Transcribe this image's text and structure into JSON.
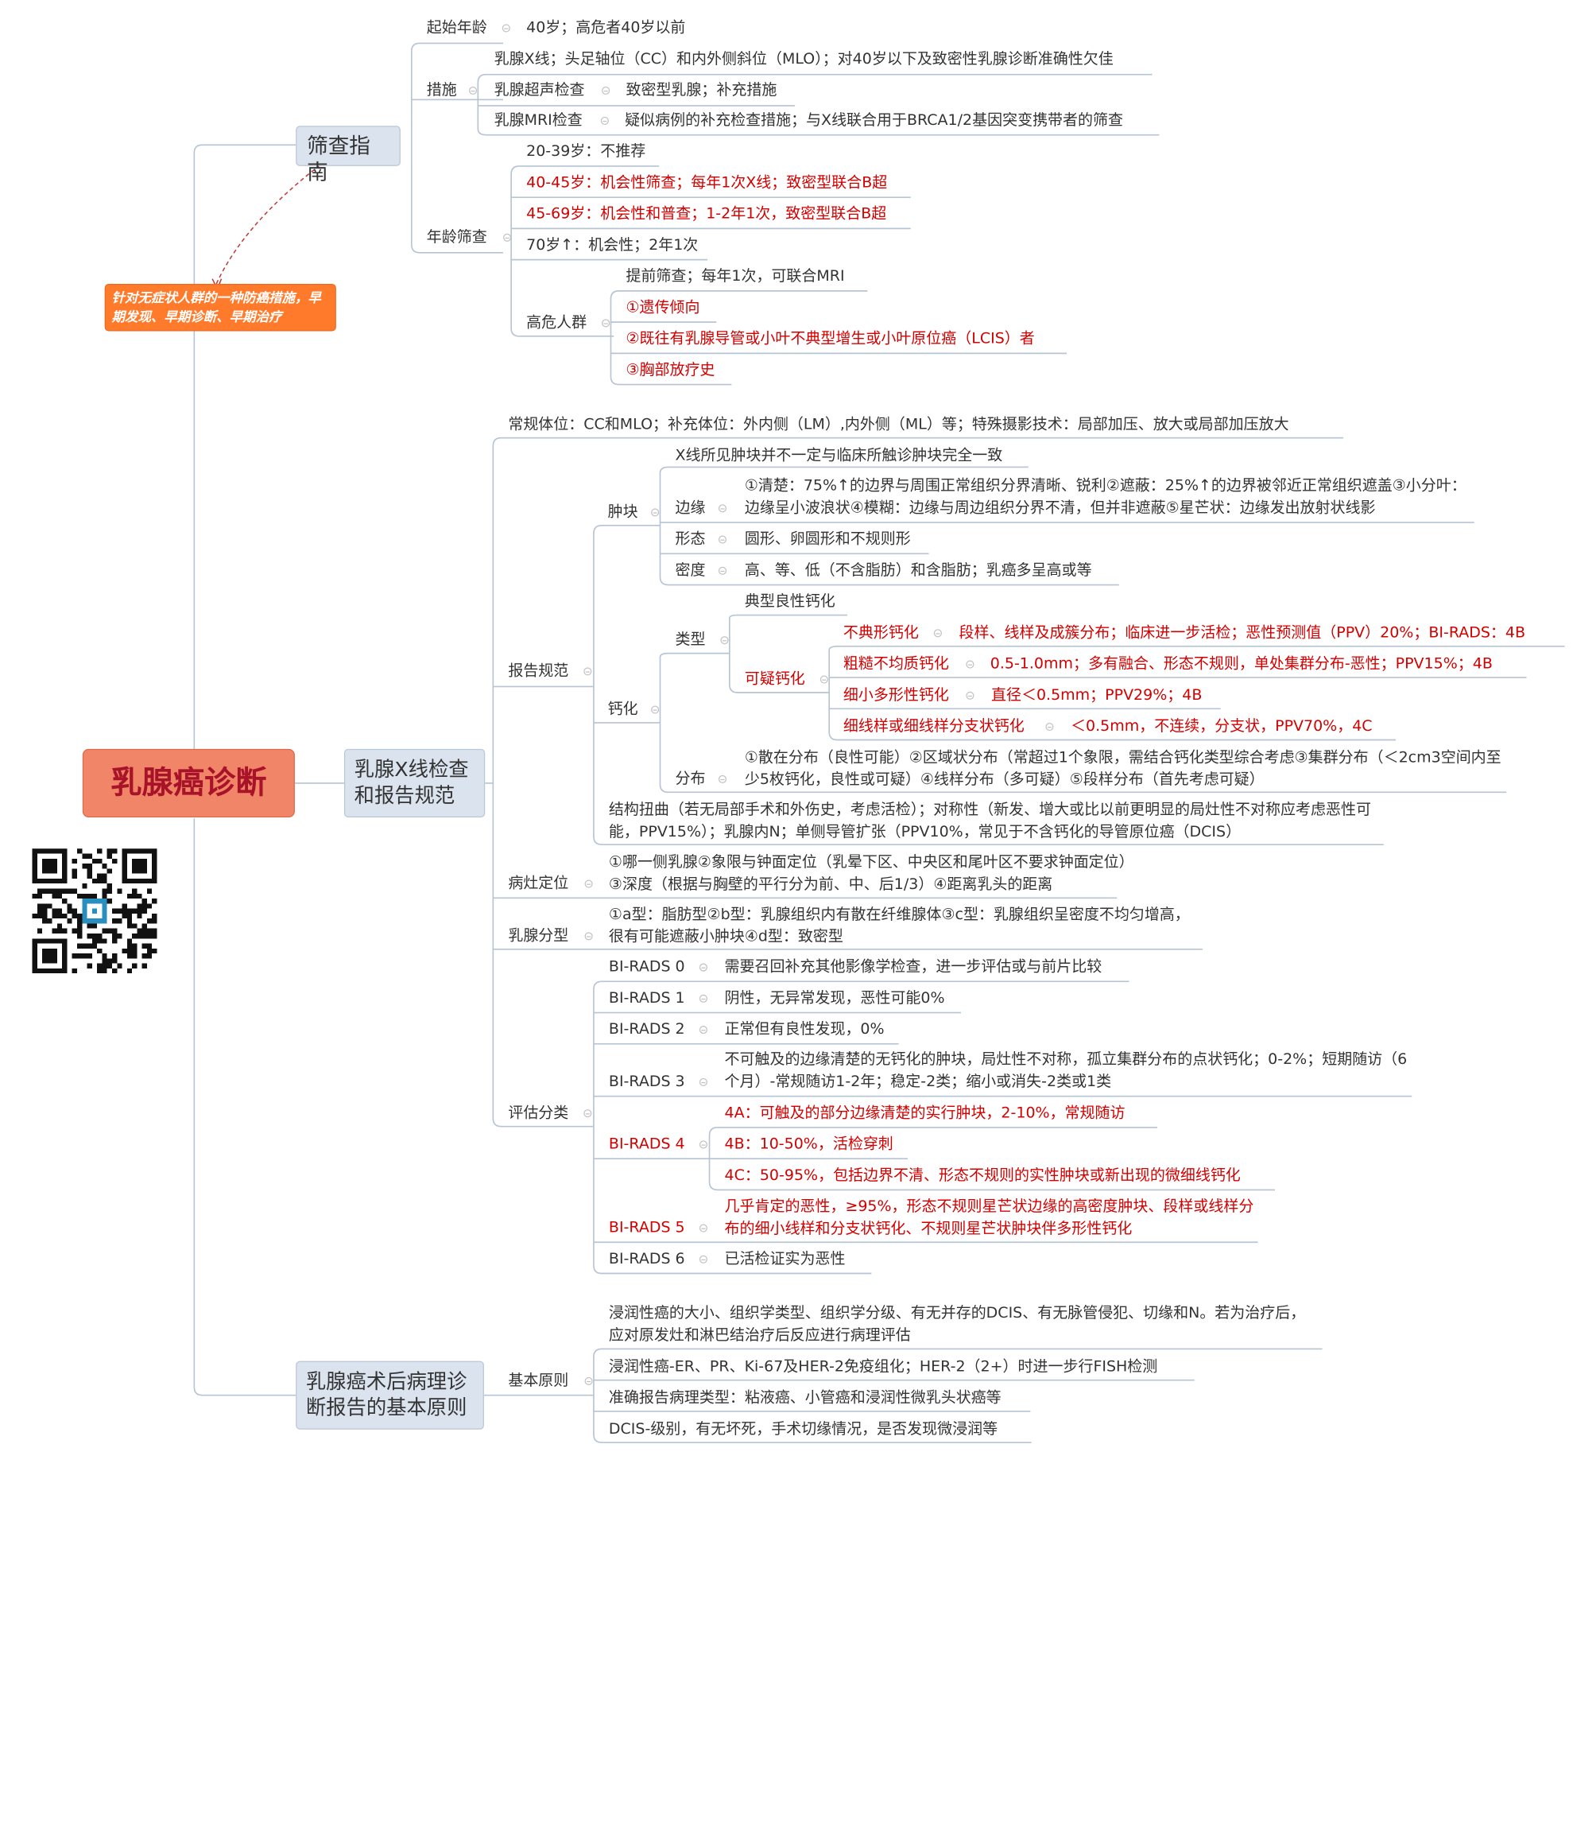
{
  "root": {
    "label": "乳腺癌诊断"
  },
  "callout": {
    "text": "针对无症状人群的一种防癌措施，早期发现、早期诊断、早期治疗"
  },
  "branches": {
    "screening": {
      "label": "筛查指南",
      "start_age": {
        "label": "起始年龄",
        "value": "40岁；高危者40岁以前"
      },
      "measures": {
        "label": "措施",
        "items": [
          {
            "text": "乳腺X线；头足轴位（CC）和内外侧斜位（MLO）；对40岁以下及致密性乳腺诊断准确性欠佳"
          },
          {
            "label": "乳腺超声检查",
            "value": "致密型乳腺；补充措施"
          },
          {
            "label": "乳腺MRI检查",
            "value": "疑似病例的补充检查措施；与X线联合用于BRCA1/2基因突变携带者的筛查"
          }
        ]
      },
      "age_screening": {
        "label": "年龄筛查",
        "items": [
          {
            "text": "20-39岁：不推荐",
            "red": false
          },
          {
            "text": "40-45岁：机会性筛查；每年1次X线；致密型联合B超",
            "red": true
          },
          {
            "text": "45-69岁：机会性和普查；1-2年1次，致密型联合B超",
            "red": true
          },
          {
            "text": "70岁↑：机会性；2年1次",
            "red": false
          }
        ],
        "high_risk": {
          "label": "高危人群",
          "items": [
            {
              "text": "提前筛查；每年1次，可联合MRI",
              "red": false
            },
            {
              "text": "①遗传倾向",
              "red": true
            },
            {
              "text": "②既往有乳腺导管或小叶不典型增生或小叶原位癌（LCIS）者",
              "red": true
            },
            {
              "text": "③胸部放疗史",
              "red": true
            }
          ]
        }
      }
    },
    "xray": {
      "label": "乳腺X线检查和报告规范",
      "positions": "常规体位：CC和MLO；补充体位：外内侧（LM）,内外侧（ML）等；特殊摄影技术：局部加压、放大或局部加压放大",
      "report": {
        "label": "报告规范",
        "mass": {
          "label": "肿块",
          "note": "X线所见肿块并不一定与临床所触诊肿块完全一致",
          "margin": {
            "label": "边缘",
            "value": "①清楚：75%↑的边界与周围正常组织分界清晰、锐利②遮蔽：25%↑的边界被邻近正常组织遮盖③小分叶：边缘呈小波浪状④模糊：边缘与周边组织分界不清，但并非遮蔽⑤星芒状：边缘发出放射状线影"
          },
          "shape": {
            "label": "形态",
            "value": "圆形、卵圆形和不规则形"
          },
          "density": {
            "label": "密度",
            "value": "高、等、低（不含脂肪）和含脂肪；乳癌多呈高或等"
          }
        },
        "calcification": {
          "label": "钙化",
          "type": {
            "label": "类型",
            "benign": "典型良性钙化",
            "suspicious": {
              "label": "可疑钙化",
              "items": [
                {
                  "label": "不典形钙化",
                  "value": "段样、线样及成簇分布；临床进一步活检；恶性预测值（PPV）20%；BI-RADS：4B"
                },
                {
                  "label": "粗糙不均质钙化",
                  "value": "0.5-1.0mm；多有融合、形态不规则，单处集群分布-恶性；PPV15%；4B"
                },
                {
                  "label": "细小多形性钙化",
                  "value": "直径＜0.5mm；PPV29%；4B"
                },
                {
                  "label": "细线样或细线样分支状钙化",
                  "value": "＜0.5mm，不连续，分支状，PPV70%，4C"
                }
              ]
            }
          },
          "distribution": {
            "label": "分布",
            "value": "①散在分布（良性可能）②区域状分布（常超过1个象限，需结合钙化类型综合考虑③集群分布（＜2cm3空间内至少5枚钙化，良性或可疑）④线样分布（多可疑）⑤段样分布（首先考虑可疑）"
          }
        },
        "structure": "结构扭曲（若无局部手术和外伤史，考虑活检）；对称性（新发、增大或比以前更明显的局灶性不对称应考虑恶性可能，PPV15%）；乳腺内N；单侧导管扩张（PPV10%，常见于不含钙化的导管原位癌（DCIS）"
      },
      "location": {
        "label": "病灶定位",
        "value": "①哪一侧乳腺②象限与钟面定位（乳晕下区、中央区和尾叶区不要求钟面定位）③深度（根据与胸壁的平行分为前、中、后1/3）④距离乳头的距离"
      },
      "typing": {
        "label": "乳腺分型",
        "value": "①a型：脂肪型②b型：乳腺组织内有散在纤维腺体③c型：乳腺组织呈密度不均匀增高，很有可能遮蔽小肿块④d型：致密型"
      },
      "assessment": {
        "label": "评估分类",
        "items": [
          {
            "label": "BI-RADS 0",
            "value": "需要召回补充其他影像学检查，进一步评估或与前片比较",
            "red": false
          },
          {
            "label": "BI-RADS 1",
            "value": "阴性，无异常发现，恶性可能0%",
            "red": false
          },
          {
            "label": "BI-RADS 2",
            "value": "正常但有良性发现，0%",
            "red": false
          },
          {
            "label": "BI-RADS 3",
            "value": "不可触及的边缘清楚的无钙化的肿块，局灶性不对称，孤立集群分布的点状钙化；0-2%；短期随访（6个月）-常规随访1-2年；稳定-2类；缩小或消失-2类或1类",
            "red": false
          },
          {
            "label": "BI-RADS 4",
            "red": true,
            "sub": [
              "4A：可触及的部分边缘清楚的实行肿块，2-10%，常规随访",
              "4B：10-50%，活检穿刺",
              "4C：50-95%，包括边界不清、形态不规则的实性肿块或新出现的微细线钙化"
            ]
          },
          {
            "label": "BI-RADS 5",
            "value": "几乎肯定的恶性，≥95%，形态不规则星芒状边缘的高密度肿块、段样或线样分布的细小线样和分支状钙化、不规则星芒状肿块伴多形性钙化",
            "red": true
          },
          {
            "label": "BI-RADS 6",
            "value": "已活检证实为恶性",
            "red": false
          }
        ]
      }
    },
    "pathology": {
      "label": "乳腺癌术后病理诊断报告的基本原则",
      "principles": {
        "label": "基本原则",
        "items": [
          "浸润性癌的大小、组织学类型、组织学分级、有无并存的DCIS、有无脉管侵犯、切缘和N。若为治疗后，应对原发灶和淋巴结治疗后反应进行病理评估",
          "浸润性癌-ER、PR、Ki-67及HER-2免疫组化；HER-2（2+）时进一步行FISH检测",
          "准确报告病理类型：粘液癌、小管癌和浸润性微乳头状癌等",
          "DCIS-级别，有无坏死，手术切缘情况，是否发现微浸润等"
        ]
      }
    }
  },
  "colors": {
    "line": "#b6c4d3",
    "red": "#d40000",
    "root_fill": "#f08567",
    "branch_fill": "#dae3ee",
    "callout_fill": "#ff7a2a"
  },
  "icons": {
    "qr": "qr-code-icon",
    "toggle": "collapse-toggle-icon"
  }
}
